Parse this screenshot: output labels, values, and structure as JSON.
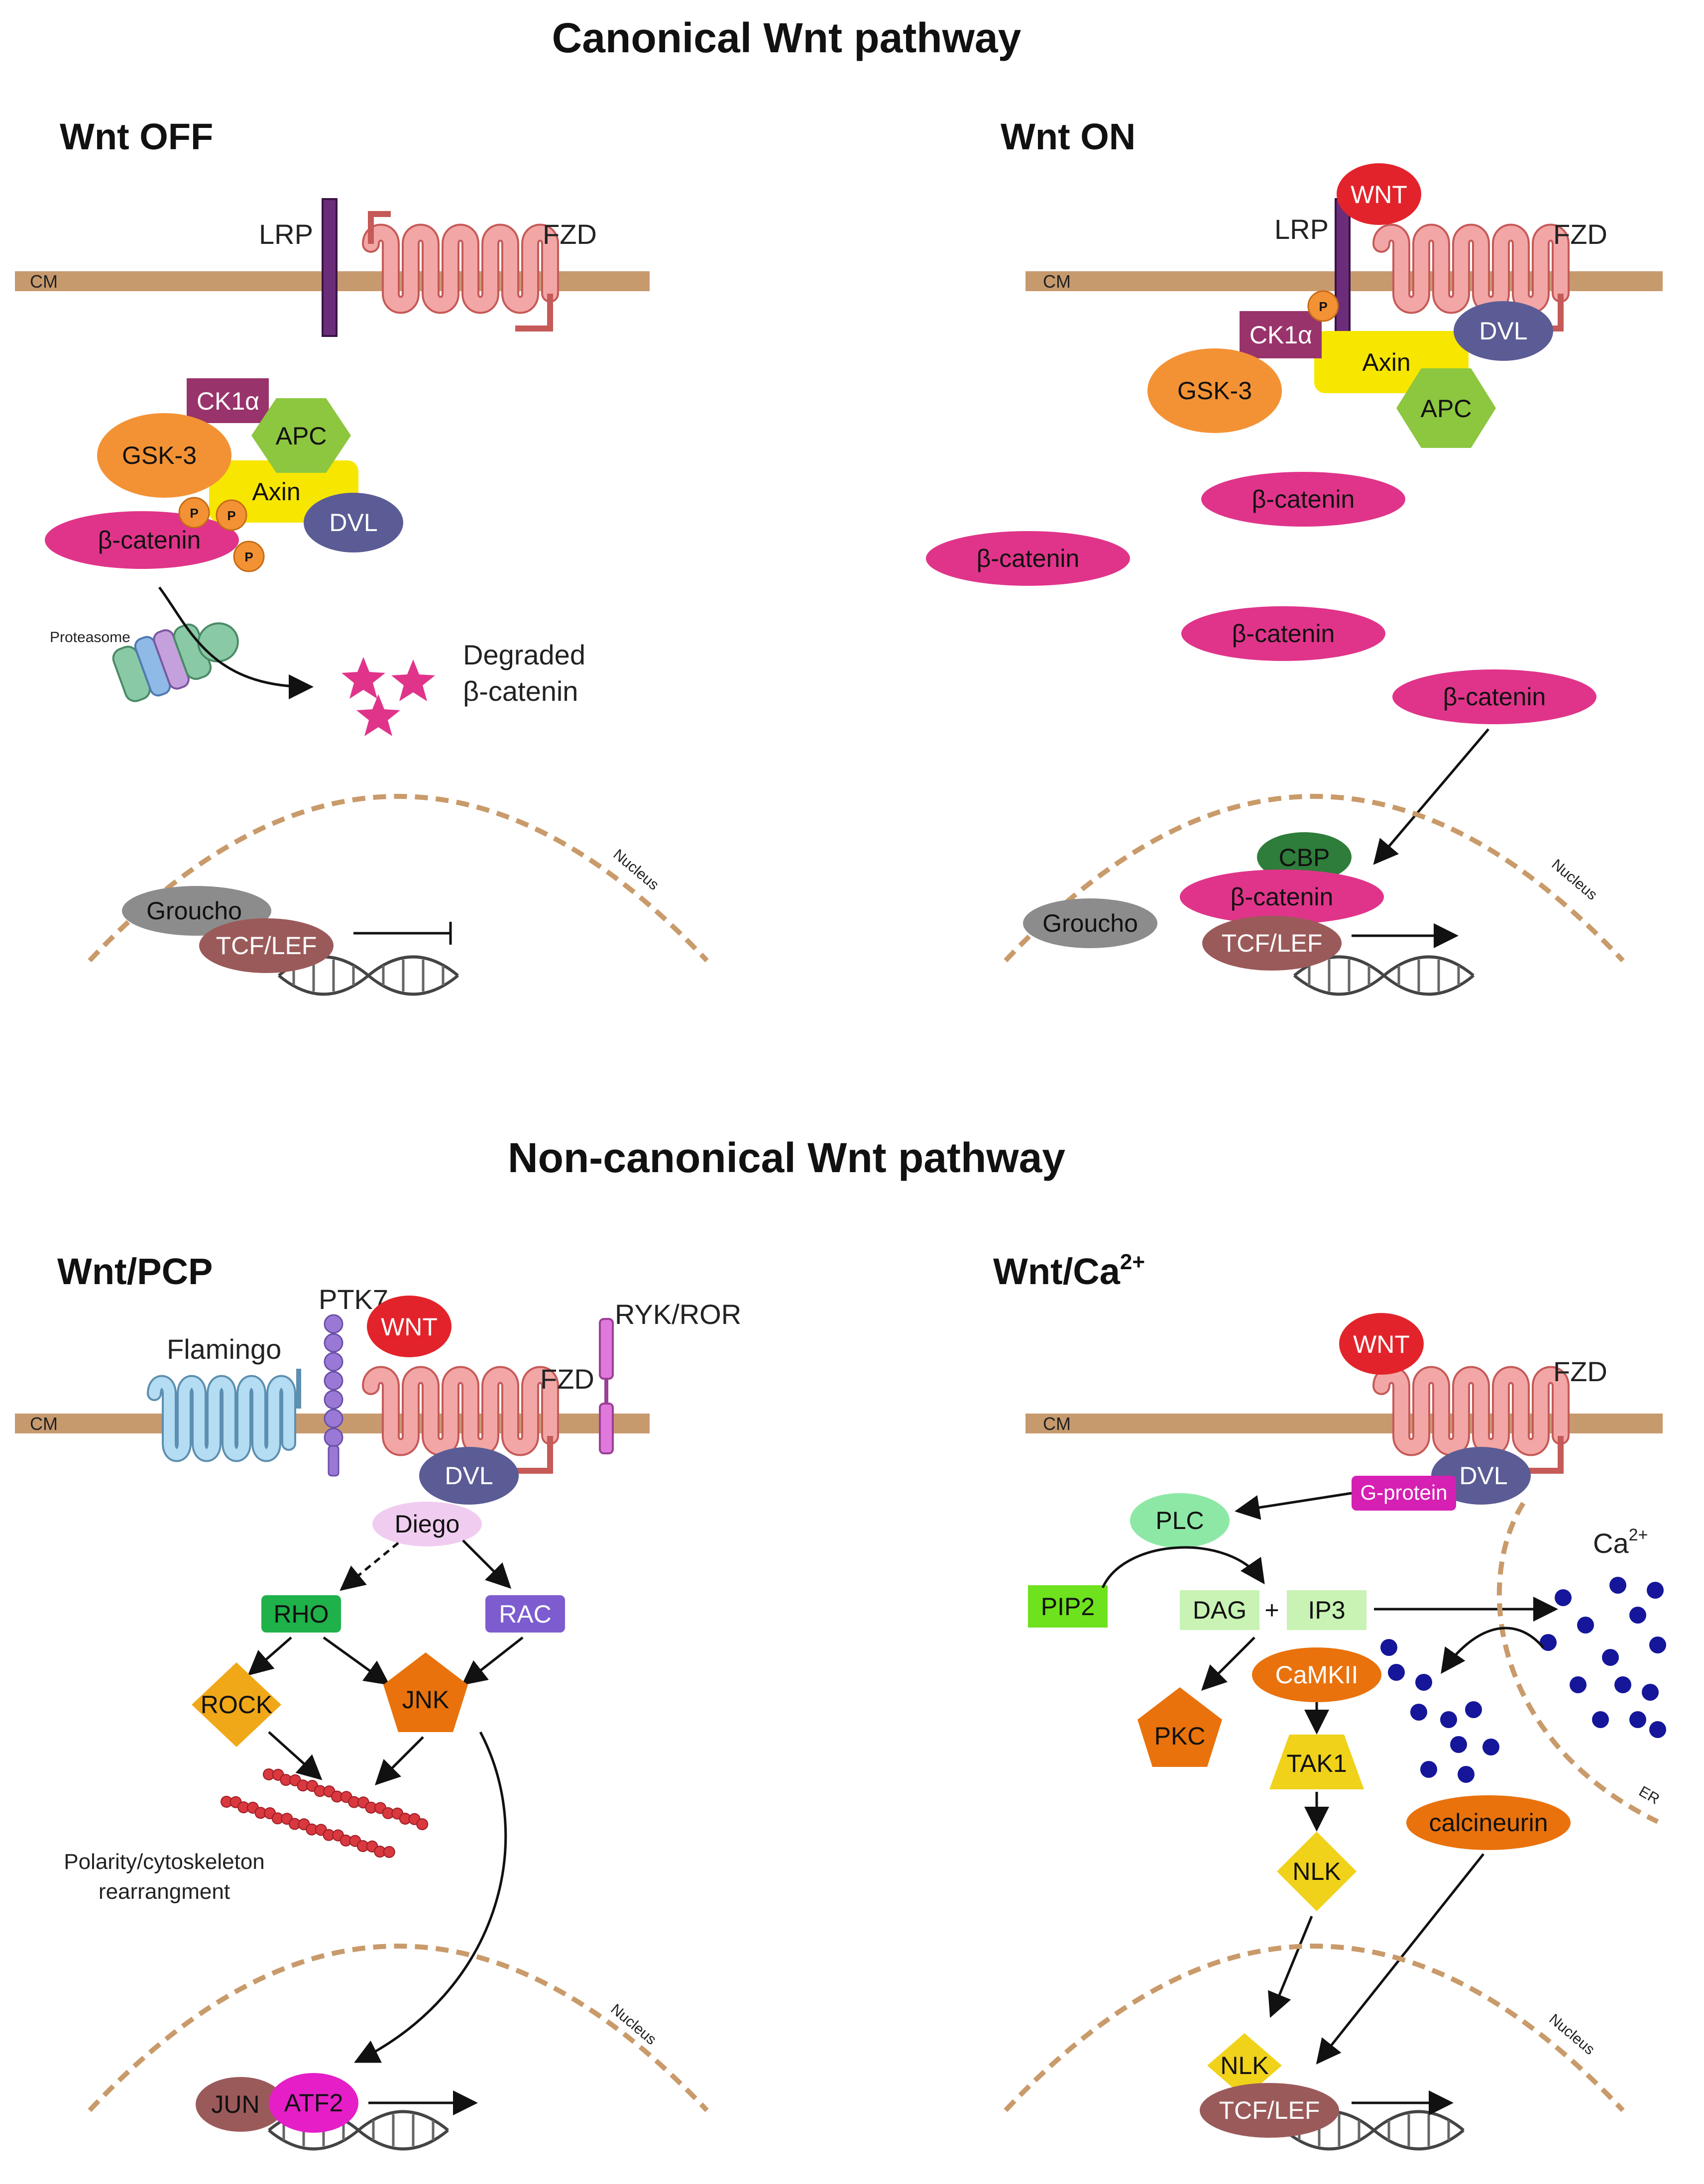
{
  "titles": {
    "canonical": "Canonical Wnt pathway",
    "noncanonical": "Non-canonical Wnt pathway"
  },
  "panels": {
    "wnt_off": "Wnt OFF",
    "wnt_on": "Wnt ON",
    "pcp": "Wnt/PCP",
    "ca_prefix": "Wnt/Ca",
    "ca_sup": "2+"
  },
  "labels": {
    "cm": "CM",
    "lrp": "LRP",
    "fzd": "FZD",
    "wnt": "WNT",
    "ck1a": "CK1α",
    "gsk3": "GSK-3",
    "apc": "APC",
    "axin": "Axin",
    "dvl": "DVL",
    "beta_catenin": "β-catenin",
    "p": "P",
    "proteasome": "Proteasome",
    "degraded_1": "Degraded",
    "degraded_2": "β-catenin",
    "nucleus": "Nucleus",
    "groucho": "Groucho",
    "tcf_lef": "TCF/LEF",
    "cbp": "CBP",
    "ptk7": "PTK7",
    "flamingo": "Flamingo",
    "ryk_ror": "RYK/ROR",
    "diego": "Diego",
    "rho": "RHO",
    "rac": "RAC",
    "rock": "ROCK",
    "jnk": "JNK",
    "polarity_1": "Polarity/cytoskeleton",
    "polarity_2": "rearrangment",
    "jun": "JUN",
    "atf2": "ATF2",
    "g_protein": "G-protein",
    "plc": "PLC",
    "pip2": "PIP2",
    "dag": "DAG",
    "plus": "+",
    "ip3": "IP3",
    "ca": "Ca",
    "ca_sup": "2+",
    "pkc": "PKC",
    "camkii": "CaMKII",
    "tak1": "TAK1",
    "nlk": "NLK",
    "calcineurin": "calcineurin",
    "er": "ER"
  },
  "colors": {
    "membrane": "#c79a6e",
    "fzd": "#f2a7a6",
    "wnt": "#e3232b",
    "beta_catenin": "#e0348a",
    "gsk3": "#f39235",
    "apc": "#8dc63f",
    "axin": "#f7e600",
    "dvl": "#5b5c95",
    "ck1a": "#99336b",
    "groucho": "#8c8c8c",
    "tcf_lef": "#9b5a5a",
    "cbp": "#2e7d3a",
    "rho": "#1fb14a",
    "rac": "#7c5ccf",
    "orange_node": "#e9720c",
    "rock": "#f0a818",
    "calcium_dots": "#15169a"
  }
}
